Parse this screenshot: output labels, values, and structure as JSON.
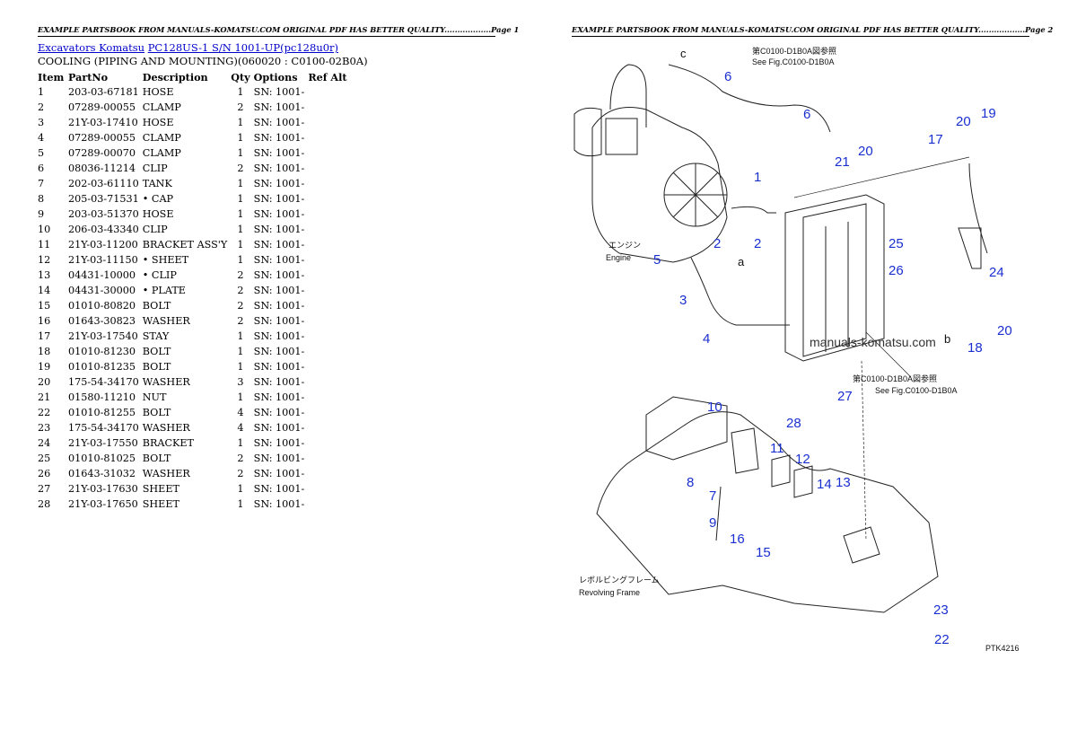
{
  "left_page": {
    "banner": "EXAMPLE PARTSBOOK FROM MANUALS-KOMATSU.COM ORIGINAL PDF HAS BETTER QUALITY..................Page 1",
    "breadcrumb": {
      "link1": "Excavators Komatsu",
      "link2": "PC128US-1 S/N 1001-UP(pc128u0r)"
    },
    "subtitle": "COOLING (PIPING AND MOUNTING)(060020 : C0100-02B0A)",
    "table": {
      "headers": [
        "Item",
        "PartNo",
        "Description",
        "Qty",
        "Options",
        "Ref Alt"
      ],
      "rows": [
        [
          "1",
          "203-03-67181",
          "HOSE",
          "1",
          "SN: 1001-"
        ],
        [
          "2",
          "07289-00055",
          "CLAMP",
          "2",
          "SN: 1001-"
        ],
        [
          "3",
          "21Y-03-17410",
          "HOSE",
          "1",
          "SN: 1001-"
        ],
        [
          "4",
          "07289-00055",
          "CLAMP",
          "1",
          "SN: 1001-"
        ],
        [
          "5",
          "07289-00070",
          "CLAMP",
          "1",
          "SN: 1001-"
        ],
        [
          "6",
          "08036-11214",
          "CLIP",
          "2",
          "SN: 1001-"
        ],
        [
          "7",
          "202-03-61110",
          "TANK",
          "1",
          "SN: 1001-"
        ],
        [
          "8",
          "205-03-71531",
          "• CAP",
          "1",
          "SN: 1001-"
        ],
        [
          "9",
          "203-03-51370",
          "HOSE",
          "1",
          "SN: 1001-"
        ],
        [
          "10",
          "206-03-43340",
          "CLIP",
          "1",
          "SN: 1001-"
        ],
        [
          "11",
          "21Y-03-11200",
          "BRACKET ASS'Y",
          "1",
          "SN: 1001-"
        ],
        [
          "12",
          "21Y-03-11150",
          "• SHEET",
          "1",
          "SN: 1001-"
        ],
        [
          "13",
          "04431-10000",
          "• CLIP",
          "2",
          "SN: 1001-"
        ],
        [
          "14",
          "04431-30000",
          "• PLATE",
          "2",
          "SN: 1001-"
        ],
        [
          "15",
          "01010-80820",
          "BOLT",
          "2",
          "SN: 1001-"
        ],
        [
          "16",
          "01643-30823",
          "WASHER",
          "2",
          "SN: 1001-"
        ],
        [
          "17",
          "21Y-03-17540",
          "STAY",
          "1",
          "SN: 1001-"
        ],
        [
          "18",
          "01010-81230",
          "BOLT",
          "1",
          "SN: 1001-"
        ],
        [
          "19",
          "01010-81235",
          "BOLT",
          "1",
          "SN: 1001-"
        ],
        [
          "20",
          "175-54-34170",
          "WASHER",
          "3",
          "SN: 1001-"
        ],
        [
          "21",
          "01580-11210",
          "NUT",
          "1",
          "SN: 1001-"
        ],
        [
          "22",
          "01010-81255",
          "BOLT",
          "4",
          "SN: 1001-"
        ],
        [
          "23",
          "175-54-34170",
          "WASHER",
          "4",
          "SN: 1001-"
        ],
        [
          "24",
          "21Y-03-17550",
          "BRACKET",
          "1",
          "SN: 1001-"
        ],
        [
          "25",
          "01010-81025",
          "BOLT",
          "2",
          "SN: 1001-"
        ],
        [
          "26",
          "01643-31032",
          "WASHER",
          "2",
          "SN: 1001-"
        ],
        [
          "27",
          "21Y-03-17630",
          "SHEET",
          "1",
          "SN: 1001-"
        ],
        [
          "28",
          "21Y-03-17650",
          "SHEET",
          "1",
          "SN: 1001-"
        ]
      ]
    }
  },
  "right_page": {
    "banner": "EXAMPLE PARTSBOOK FROM MANUALS-KOMATSU.COM ORIGINAL PDF HAS BETTER QUALITY..................Page 2",
    "diagram": {
      "watermark": "manuals-komatsu.com",
      "ref_note_1_jp": "第C0100-D1B0A図参照",
      "ref_note_1_en": "See Fig.C0100-D1B0A",
      "ref_note_2_jp": "第C0100-D1B0A図参照",
      "ref_note_2_en": "See Fig.C0100-D1B0A",
      "engine_jp": "エンジン",
      "engine_en": "Engine",
      "frame_jp": "レボルビングフレーム",
      "frame_en": "Revolving Frame",
      "fig_code": "PTK4216",
      "letter_a": "a",
      "letter_b": "b",
      "letter_c": "c",
      "callouts": [
        "1",
        "2",
        "2",
        "3",
        "4",
        "5",
        "6",
        "6",
        "7",
        "8",
        "9",
        "10",
        "11",
        "12",
        "13",
        "14",
        "15",
        "16",
        "17",
        "18",
        "19",
        "20",
        "20",
        "20",
        "21",
        "22",
        "23",
        "24",
        "25",
        "26",
        "27",
        "28"
      ]
    }
  }
}
